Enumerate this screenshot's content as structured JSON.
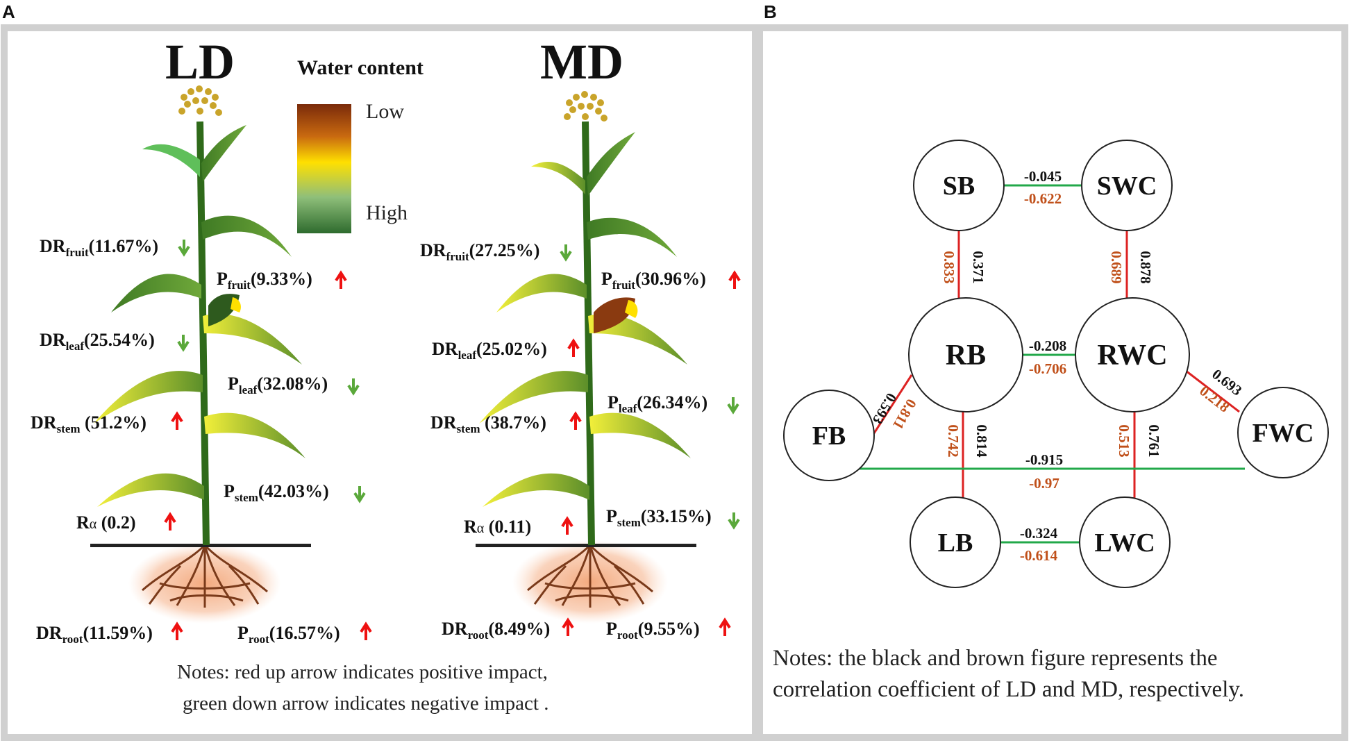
{
  "panel_a": {
    "letter": "A",
    "title_ld": "LD",
    "title_md": "MD",
    "legend": {
      "title": "Water content",
      "low": "Low",
      "high": "High",
      "colors": [
        "#7a2a0a",
        "#c96a10",
        "#ffe000",
        "#8fbf7a",
        "#2e6b2e"
      ]
    },
    "ld_labels": {
      "dr_fruit": {
        "main": "DR",
        "sub": "fruit",
        "val": "(11.67%)",
        "dir": "down"
      },
      "p_fruit": {
        "main": "P",
        "sub": "fruit",
        "val": "(9.33%)",
        "dir": "up"
      },
      "dr_leaf": {
        "main": "DR",
        "sub": "leaf",
        "val": "(25.54%)",
        "dir": "down"
      },
      "p_leaf": {
        "main": "P",
        "sub": "leaf",
        "val": "(32.08%)",
        "dir": "down"
      },
      "dr_stem": {
        "main": "DR",
        "sub": "stem",
        "val": " (51.2%)",
        "dir": "up"
      },
      "p_stem": {
        "main": "P",
        "sub": "stem",
        "val": "(42.03%)",
        "dir": "down"
      },
      "r_alpha": {
        "main": "R",
        "sub": "α",
        "val": " (0.2)",
        "dir": "up"
      },
      "dr_root": {
        "main": "DR",
        "sub": "root",
        "val": "(11.59%)",
        "dir": "up"
      },
      "p_root": {
        "main": "P",
        "sub": "root",
        "val": "(16.57%)",
        "dir": "up"
      }
    },
    "md_labels": {
      "dr_fruit": {
        "main": "DR",
        "sub": "fruit",
        "val": "(27.25%)",
        "dir": "down"
      },
      "p_fruit": {
        "main": "P",
        "sub": "fruit",
        "val": "(30.96%)",
        "dir": "up"
      },
      "dr_leaf": {
        "main": "DR",
        "sub": "leaf",
        "val": "(25.02%)",
        "dir": "up"
      },
      "p_leaf": {
        "main": "P",
        "sub": "leaf",
        "val": "(26.34%)",
        "dir": "down"
      },
      "dr_stem": {
        "main": "DR",
        "sub": "stem",
        "val": " (38.7%)",
        "dir": "up"
      },
      "p_stem": {
        "main": "P",
        "sub": "stem",
        "val": "(33.15%)",
        "dir": "down"
      },
      "r_alpha": {
        "main": "R",
        "sub": "α",
        "val": " (0.11)",
        "dir": "up"
      },
      "dr_root": {
        "main": "DR",
        "sub": "root",
        "val": "(8.49%)",
        "dir": "up"
      },
      "p_root": {
        "main": "P",
        "sub": "root",
        "val": "(9.55%)",
        "dir": "up"
      }
    },
    "notes_line1": "Notes: red up arrow indicates positive impact,",
    "notes_line2": "green down arrow indicates negative impact ."
  },
  "panel_b": {
    "letter": "B",
    "nodes": {
      "sb": "SB",
      "swc": "SWC",
      "rb": "RB",
      "rwc": "RWC",
      "fb": "FB",
      "fwc": "FWC",
      "lb": "LB",
      "lwc": "LWC"
    },
    "edges": {
      "sb_swc": {
        "ld": "-0.045",
        "md": "-0.622"
      },
      "sb_rb": {
        "ld": "0.371",
        "md": "0.833"
      },
      "swc_rwc": {
        "ld": "0.878",
        "md": "0.689"
      },
      "rb_rwc": {
        "ld": "-0.208",
        "md": "-0.706"
      },
      "rb_fb": {
        "ld": "0.593",
        "md": "0.811"
      },
      "rwc_fwc": {
        "ld": "0.693",
        "md": "0.218"
      },
      "rb_lb": {
        "ld": "0.814",
        "md": "0.742"
      },
      "rwc_lwc": {
        "ld": "0.761",
        "md": "0.513"
      },
      "fb_fwc": {
        "ld": "-0.915",
        "md": "-0.97"
      },
      "lb_lwc": {
        "ld": "-0.324",
        "md": "-0.614"
      }
    },
    "notes_line1": "Notes: the black and brown figure represents the",
    "notes_line2": "correlation coefficient of LD and MD, respectively."
  },
  "colors": {
    "black_coef": "#111111",
    "brown_coef": "#c0501a",
    "green_edge": "#22a84a",
    "red_edge": "#dd2222",
    "up_arrow": "#ee1111",
    "down_arrow": "#5aa83a",
    "panel_border": "#d0d0d0"
  }
}
